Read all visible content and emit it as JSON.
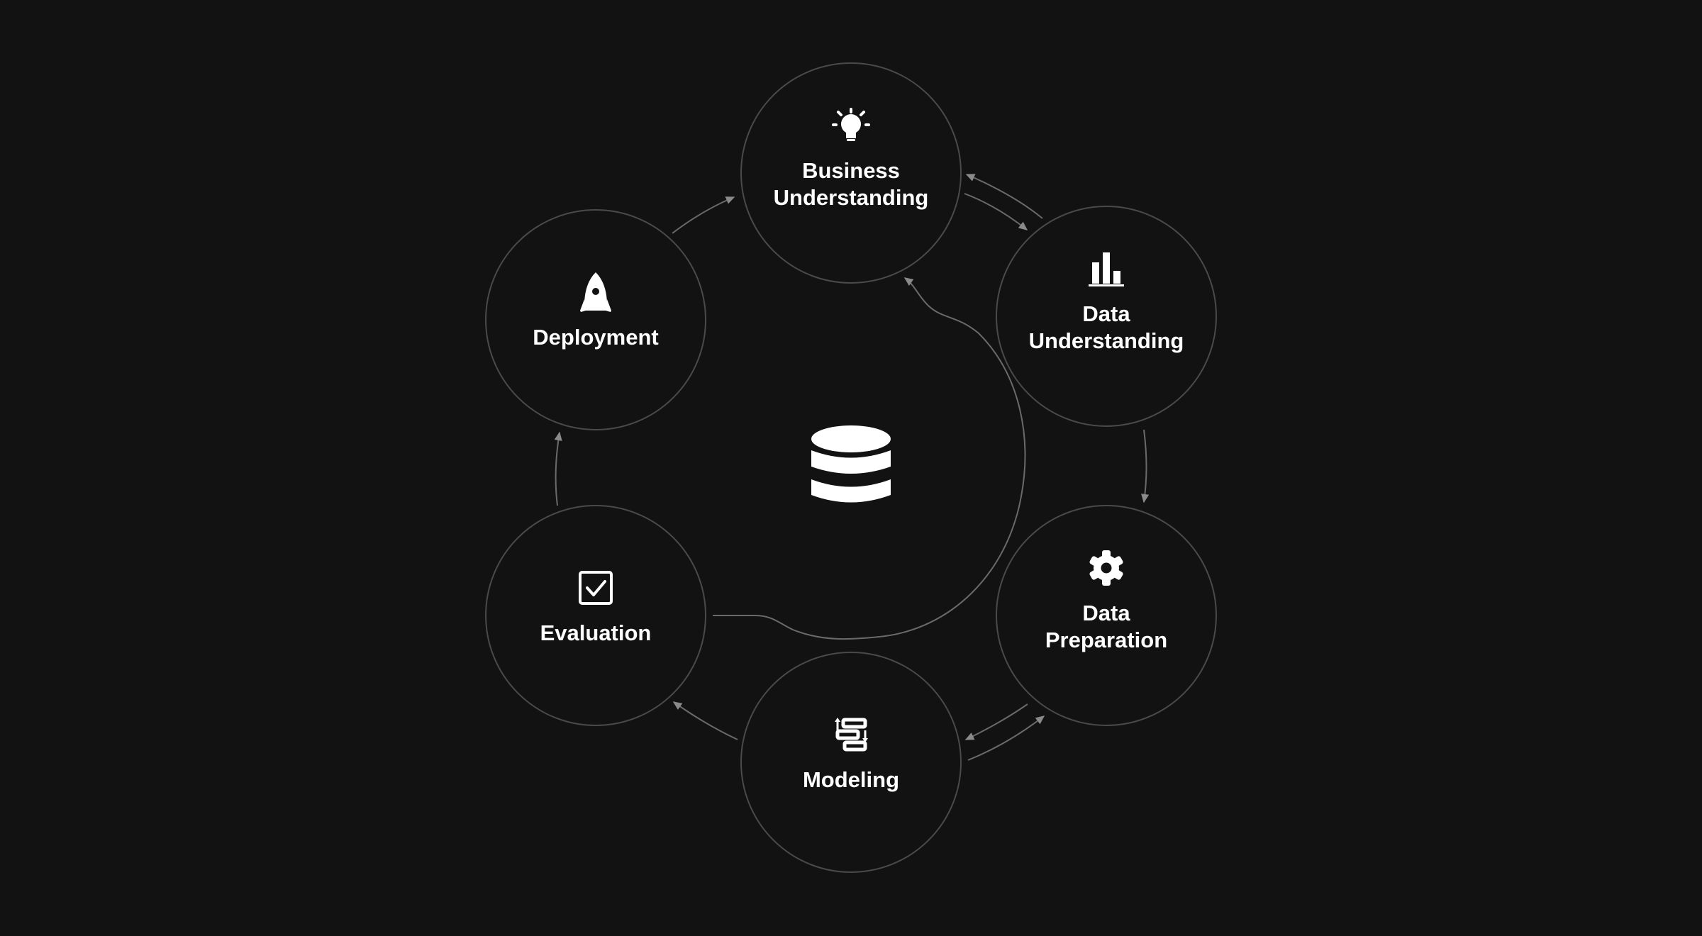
{
  "diagram": {
    "center_icon": "database-icon",
    "nodes": [
      {
        "id": "business",
        "icon": "lightbulb-icon",
        "label_lines": [
          "Business",
          "Understanding"
        ]
      },
      {
        "id": "data-understanding",
        "icon": "bar-chart-icon",
        "label_lines": [
          "Data",
          "Understanding"
        ]
      },
      {
        "id": "data-preparation",
        "icon": "gear-icon",
        "label_lines": [
          "Data",
          "Preparation"
        ]
      },
      {
        "id": "modeling",
        "icon": "modeling-icon",
        "label_lines": [
          "Modeling"
        ]
      },
      {
        "id": "evaluation",
        "icon": "checkbox-icon",
        "label_lines": [
          "Evaluation"
        ]
      },
      {
        "id": "deployment",
        "icon": "rocket-icon",
        "label_lines": [
          "Deployment"
        ]
      }
    ],
    "connections": [
      {
        "from": "business",
        "to": "data-understanding"
      },
      {
        "from": "data-understanding",
        "to": "business"
      },
      {
        "from": "data-understanding",
        "to": "data-preparation"
      },
      {
        "from": "data-preparation",
        "to": "modeling"
      },
      {
        "from": "modeling",
        "to": "data-preparation"
      },
      {
        "from": "modeling",
        "to": "evaluation"
      },
      {
        "from": "evaluation",
        "to": "deployment"
      },
      {
        "from": "deployment",
        "to": "business"
      },
      {
        "from": "evaluation",
        "to": "business"
      }
    ],
    "colors": {
      "background": "#121212",
      "circle_stroke": "#4a4a4a",
      "connector": "#6a6a6a",
      "foreground": "#ffffff"
    }
  }
}
